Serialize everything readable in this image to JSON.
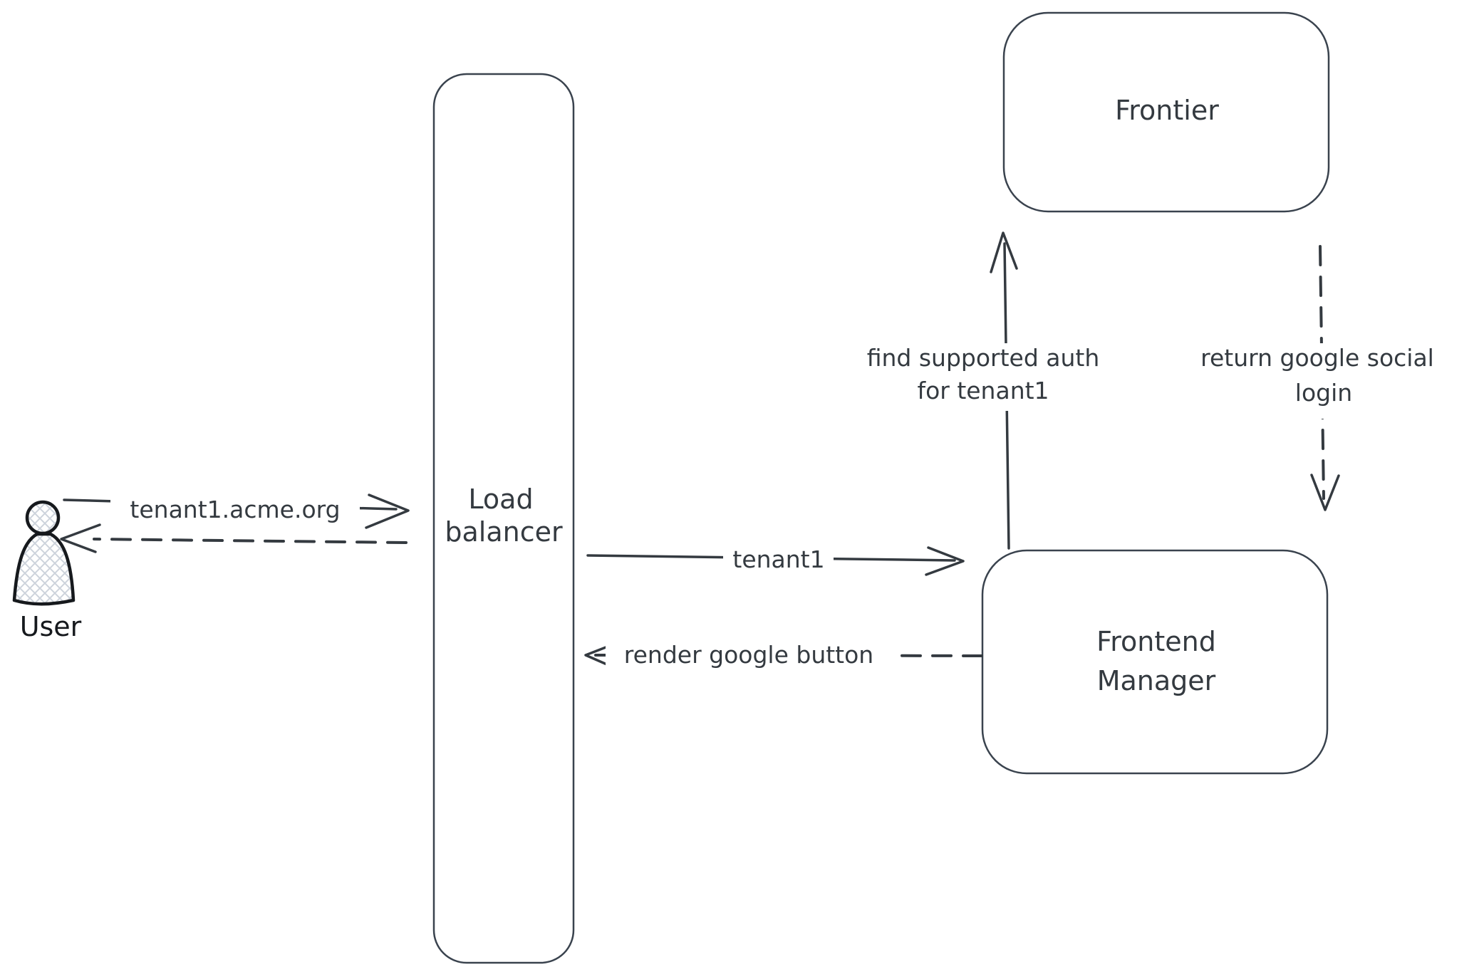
{
  "diagram": {
    "background": "#ffffff",
    "colors": {
      "stroke": "#343a40",
      "box_stroke": "#3a434e",
      "actor_stroke": "#16191d",
      "actor_fill_hatch": "#cdd3dc",
      "label_background": "#ffffff"
    },
    "nodes": {
      "user": {
        "label": "User",
        "icon": "person-icon",
        "shape": "actor"
      },
      "load_balancer": {
        "line1": "Load",
        "line2": "balancer",
        "shape": "rounded-rect"
      },
      "frontier": {
        "label": "Frontier",
        "shape": "rounded-rect"
      },
      "frontend_manager": {
        "line1": "Frontend",
        "line2": "Manager",
        "shape": "rounded-rect"
      }
    },
    "edges": {
      "request_domain": {
        "label": "tenant1.acme.org",
        "style": "solid",
        "from": "user",
        "to": "load_balancer"
      },
      "response_to_user": {
        "label": "",
        "style": "dashed",
        "from": "load_balancer",
        "to": "user"
      },
      "forward_tenant": {
        "label": "tenant1",
        "style": "solid",
        "from": "load_balancer",
        "to": "frontend_manager"
      },
      "render_button": {
        "label": "render google button",
        "style": "dashed",
        "from": "frontend_manager",
        "to": "load_balancer"
      },
      "find_auth": {
        "line1": "find supported auth",
        "line2": "for tenant1",
        "style": "solid",
        "from": "frontend_manager",
        "to": "frontier"
      },
      "return_login": {
        "line1": "return google social",
        "line2": "login",
        "style": "dashed",
        "from": "frontier",
        "to": "frontend_manager"
      }
    }
  }
}
